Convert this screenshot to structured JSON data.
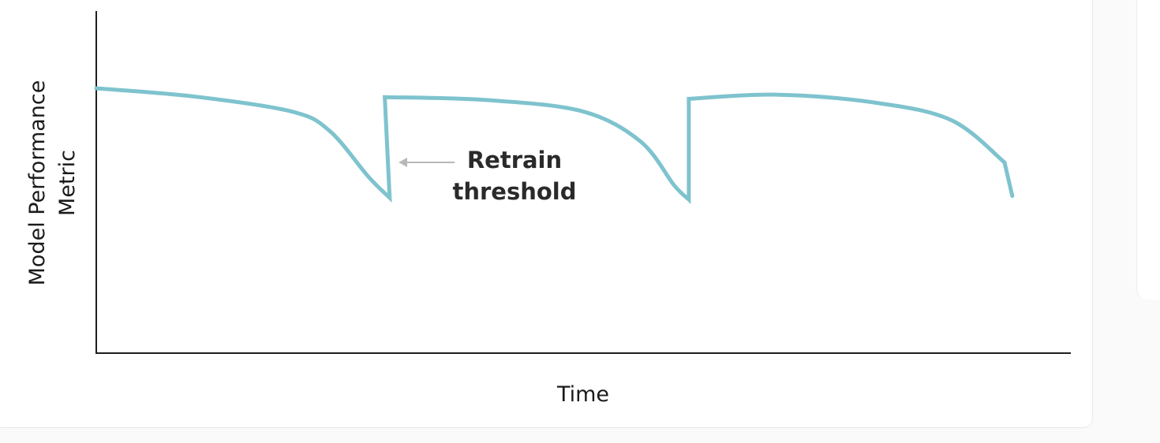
{
  "chart_data": {
    "type": "line",
    "xlabel": "Time",
    "ylabel_lines": [
      "Model Performance",
      "Metric"
    ],
    "grid": false,
    "legend": "none",
    "xlim": [
      0,
      1
    ],
    "ylim": [
      0,
      1
    ],
    "series": [
      {
        "color": "#7ec3ce",
        "points": [
          [
            0.0,
            0.75
          ],
          [
            0.1,
            0.727
          ],
          [
            0.2,
            0.685
          ],
          [
            0.24,
            0.63
          ],
          [
            0.28,
            0.5
          ],
          [
            0.302,
            0.44
          ],
          [
            0.297,
            0.725
          ],
          [
            0.4,
            0.717
          ],
          [
            0.5,
            0.685
          ],
          [
            0.56,
            0.6
          ],
          [
            0.595,
            0.475
          ],
          [
            0.61,
            0.435
          ],
          [
            0.61,
            0.72
          ],
          [
            0.7,
            0.732
          ],
          [
            0.8,
            0.71
          ],
          [
            0.88,
            0.66
          ],
          [
            0.935,
            0.54
          ],
          [
            0.943,
            0.445
          ]
        ]
      }
    ],
    "annotations": [
      {
        "text_lines": [
          "Retrain",
          "threshold"
        ],
        "arrow_color": "#b8b8b8"
      }
    ],
    "axis_color": "#1e1e1e"
  }
}
